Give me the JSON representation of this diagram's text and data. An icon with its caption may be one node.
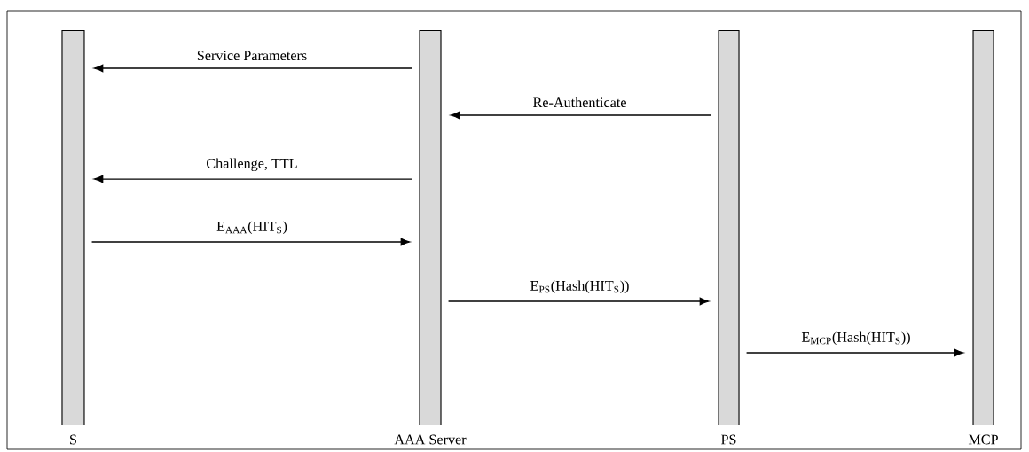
{
  "diagram": {
    "nodes": [
      {
        "text": [],
        "shape": "bar",
        "beside": [
          "S"
        ]
      },
      {
        "text": [],
        "shape": "bar",
        "beside": [
          "AAA Server"
        ]
      },
      {
        "text": [],
        "shape": "bar",
        "beside": [
          "PS"
        ]
      },
      {
        "text": [],
        "shape": "bar",
        "beside": [
          "MCP"
        ]
      }
    ],
    "edges": [
      {
        "from": 1,
        "to": 0,
        "arrow": "to",
        "label": "Service Parameters"
      },
      {
        "from": 2,
        "to": 1,
        "arrow": "to",
        "label": "Re-Authenticate"
      },
      {
        "from": 1,
        "to": 0,
        "arrow": "to",
        "label": "Challenge, TTL"
      },
      {
        "from": 0,
        "to": 1,
        "arrow": "to",
        "label": "E$_{AAA}$(HIT$_{S}$)"
      },
      {
        "from": 1,
        "to": 2,
        "arrow": "to",
        "label": "E$_{PS}$(Hash(HIT$_{S}$))"
      },
      {
        "from": 2,
        "to": 3,
        "arrow": "to",
        "label": "E$_{MCP}$(Hash(HIT$_{S}$))"
      }
    ]
  }
}
